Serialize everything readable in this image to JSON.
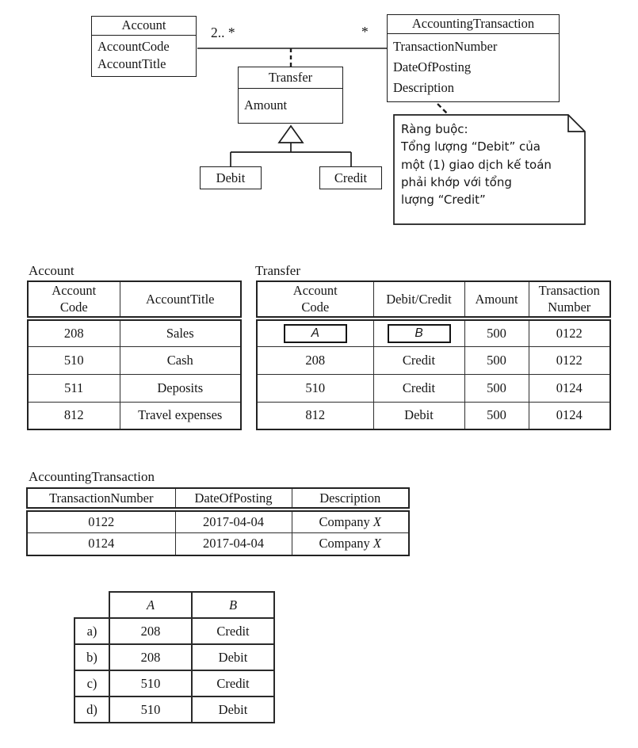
{
  "diagram": {
    "account": {
      "title": "Account",
      "attributes": [
        "AccountCode",
        "AccountTitle"
      ]
    },
    "transaction": {
      "title": "AccountingTransaction",
      "attributes": [
        "TransactionNumber",
        "DateOfPosting",
        "Description"
      ]
    },
    "transfer": {
      "title": "Transfer",
      "attributes": [
        "Amount"
      ]
    },
    "debit": {
      "title": "Debit"
    },
    "credit": {
      "title": "Credit"
    },
    "association": {
      "account_multiplicity": "2.. *",
      "transaction_multiplicity": "*"
    },
    "note": {
      "line1": "Ràng buộc:",
      "line2": "Tổng lượng “Debit” của",
      "line3": "một (1) giao dịch kế toán",
      "line4": "phải khớp với tổng",
      "line5": "lượng “Credit”"
    }
  },
  "account_table": {
    "label": "Account",
    "headers": {
      "col1": [
        "Account",
        "Code"
      ],
      "col2": "AccountTitle"
    },
    "rows": [
      [
        "208",
        "Sales"
      ],
      [
        "510",
        "Cash"
      ],
      [
        "511",
        "Deposits"
      ],
      [
        "812",
        "Travel expenses"
      ]
    ]
  },
  "transfer_table": {
    "label": "Transfer",
    "headers": {
      "col1": [
        "Account",
        "Code"
      ],
      "col2": "Debit/Credit",
      "col3": "Amount",
      "col4": [
        "Transaction",
        "Number"
      ]
    },
    "blank_row": {
      "a": "A",
      "b": "B",
      "amount": "500",
      "number": "0122"
    },
    "rows": [
      [
        "208",
        "Credit",
        "500",
        "0122"
      ],
      [
        "510",
        "Credit",
        "500",
        "0124"
      ],
      [
        "812",
        "Debit",
        "500",
        "0124"
      ]
    ]
  },
  "transaction_table": {
    "label": "AccountingTransaction",
    "headers": [
      "TransactionNumber",
      "DateOfPosting",
      "Description"
    ],
    "rows": [
      {
        "number": "0122",
        "date": "2017-04-04",
        "desc": "Company ",
        "desc_italic": "X"
      },
      {
        "number": "0124",
        "date": "2017-04-04",
        "desc": "Company ",
        "desc_italic": "X"
      }
    ]
  },
  "options_table": {
    "col_a_header": "A",
    "col_b_header": "B",
    "rows": [
      {
        "label": "a)",
        "a": "208",
        "b": "Credit"
      },
      {
        "label": "b)",
        "a": "208",
        "b": "Debit"
      },
      {
        "label": "c)",
        "a": "510",
        "b": "Credit"
      },
      {
        "label": "d)",
        "a": "510",
        "b": "Debit"
      }
    ]
  }
}
